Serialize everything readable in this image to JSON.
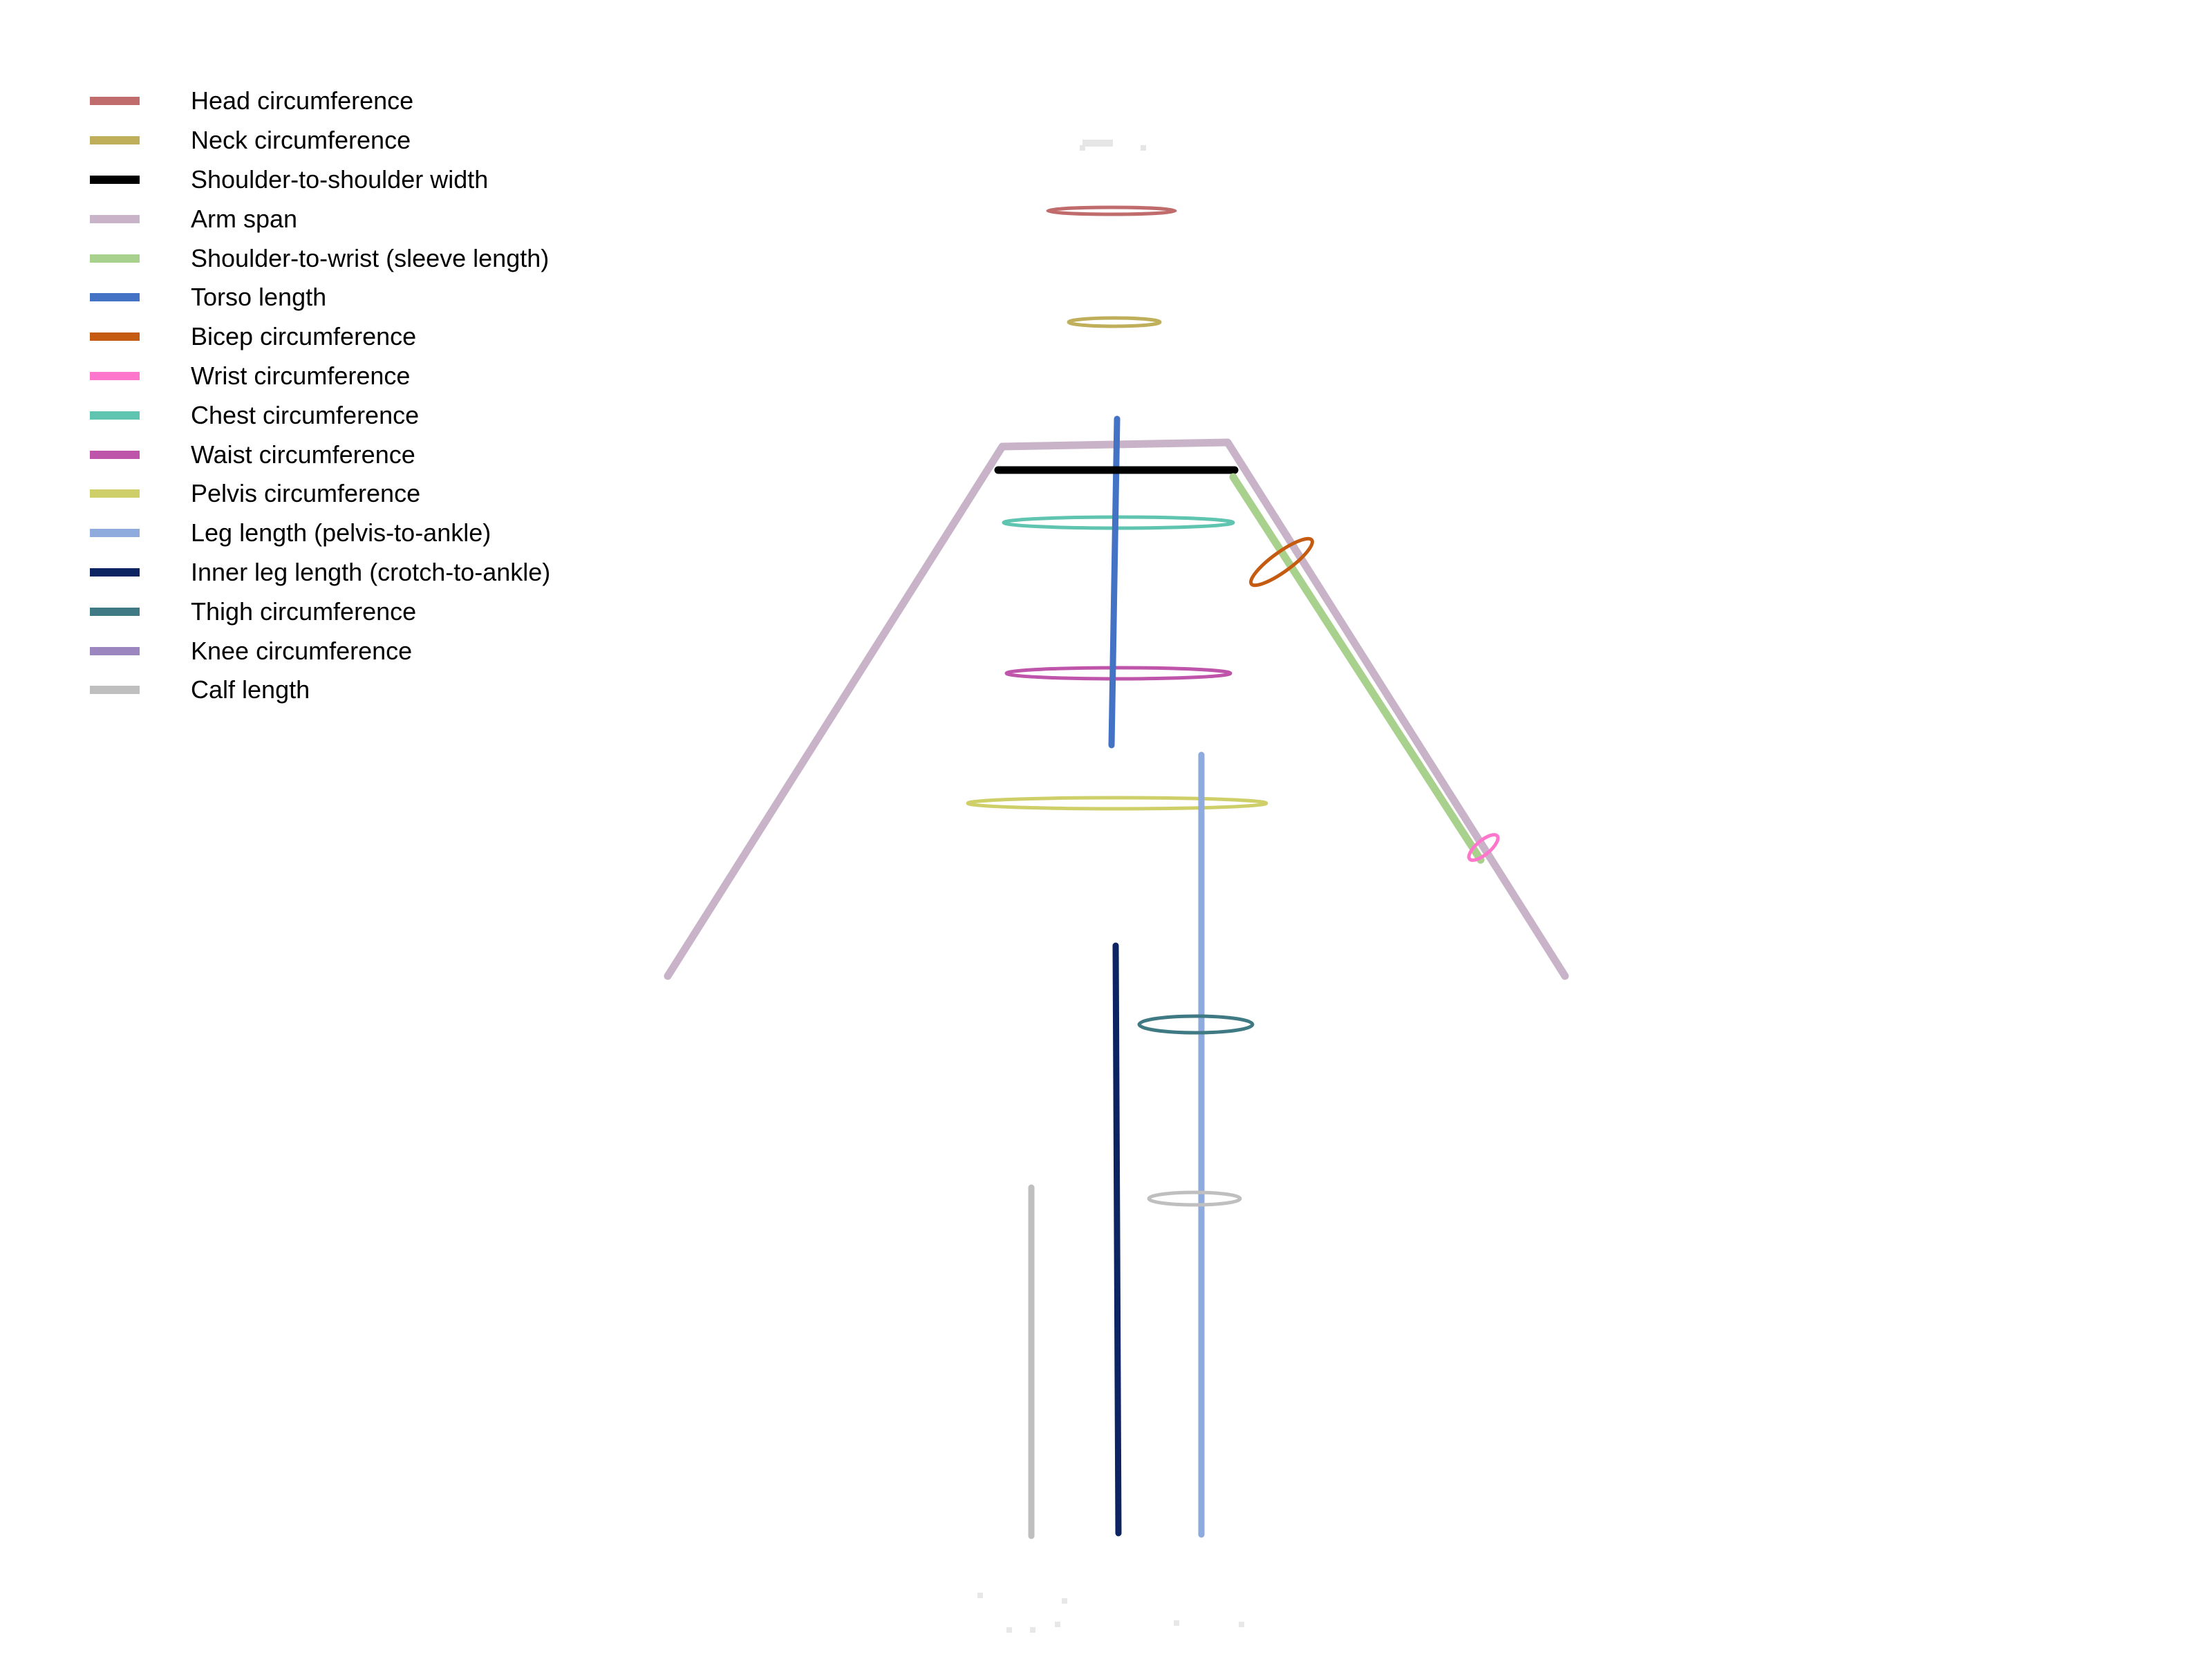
{
  "legend": [
    {
      "label": "Head circumference",
      "color": "#c06c6c"
    },
    {
      "label": "Neck circumference",
      "color": "#bfae5a"
    },
    {
      "label": "Shoulder-to-shoulder width",
      "color": "#000000"
    },
    {
      "label": "Arm span",
      "color": "#c8b3c8"
    },
    {
      "label": "Shoulder-to-wrist (sleeve length)",
      "color": "#a9d18e"
    },
    {
      "label": "Torso length",
      "color": "#4472c4"
    },
    {
      "label": "Bicep circumference",
      "color": "#c55a11"
    },
    {
      "label": "Wrist circumference",
      "color": "#ff77cc"
    },
    {
      "label": "Chest circumference",
      "color": "#5fc4b0"
    },
    {
      "label": "Waist circumference",
      "color": "#bf55aa"
    },
    {
      "label": "Pelvis circumference",
      "color": "#cfcf6a"
    },
    {
      "label": "Leg length (pelvis-to-ankle)",
      "color": "#8faadc"
    },
    {
      "label": "Inner leg length (crotch-to-ankle)",
      "color": "#0c2461"
    },
    {
      "label": "Thigh circumference",
      "color": "#3f7a84"
    },
    {
      "label": "Knee circumference",
      "color": "#9b86c0"
    },
    {
      "label": "Calf length",
      "color": "#bfbfbf"
    }
  ]
}
